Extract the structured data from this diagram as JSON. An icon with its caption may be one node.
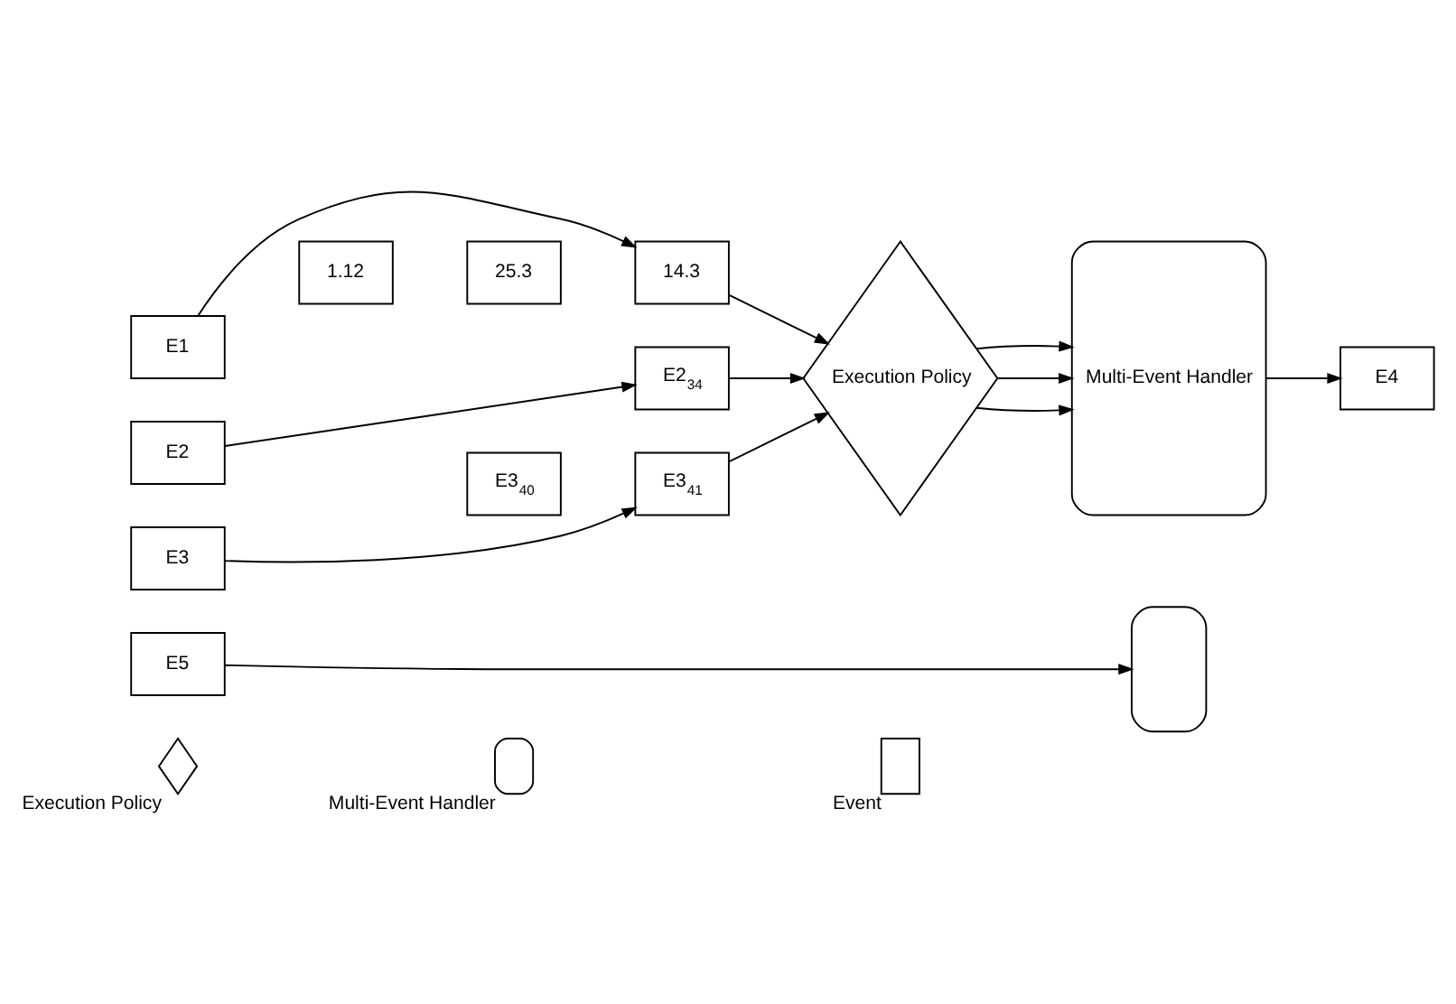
{
  "diagram": {
    "nodes": [
      {
        "text": [
          "E1"
        ]
      },
      {
        "text": [
          "1.12"
        ]
      },
      {
        "text": [
          "25.3"
        ]
      },
      {
        "text": [
          "14.3"
        ]
      },
      {
        "text": [
          "E2"
        ]
      },
      {
        "text": [
          "E2$_{34}$"
        ]
      },
      {
        "text": [
          "E3"
        ]
      },
      {
        "text": [
          "E3$_{40}$"
        ]
      },
      {
        "text": [
          "E3$_{41}$"
        ]
      },
      {
        "text": [
          "Execution Policy"
        ]
      },
      {
        "text": [
          "Multi-Event Handler"
        ]
      },
      {
        "text": [
          "E4"
        ]
      },
      {
        "text": [
          "E5"
        ]
      },
      {
        "text": [],
        "shape": "box"
      }
    ],
    "edges": [
      {
        "from": 0,
        "to": 3,
        "arrow": "to"
      },
      {
        "from": 4,
        "to": 5,
        "arrow": "to"
      },
      {
        "from": 6,
        "to": 8,
        "arrow": "to"
      },
      {
        "from": 3,
        "to": 9,
        "arrow": "to"
      },
      {
        "from": 5,
        "to": 9,
        "arrow": "to"
      },
      {
        "from": 8,
        "to": 9,
        "arrow": "to"
      },
      {
        "from": 9,
        "to": 10,
        "arrow": "to"
      },
      {
        "from": 9,
        "to": 10,
        "arrow": "to"
      },
      {
        "from": 9,
        "to": 10,
        "arrow": "to"
      },
      {
        "from": 10,
        "to": 11,
        "arrow": "to"
      },
      {
        "from": 12,
        "to": 13,
        "arrow": "to"
      }
    ],
    "legend": [
      {
        "text": "Execution Policy"
      },
      {
        "text": "Multi-Event Handler"
      },
      {
        "text": "Event"
      }
    ]
  }
}
